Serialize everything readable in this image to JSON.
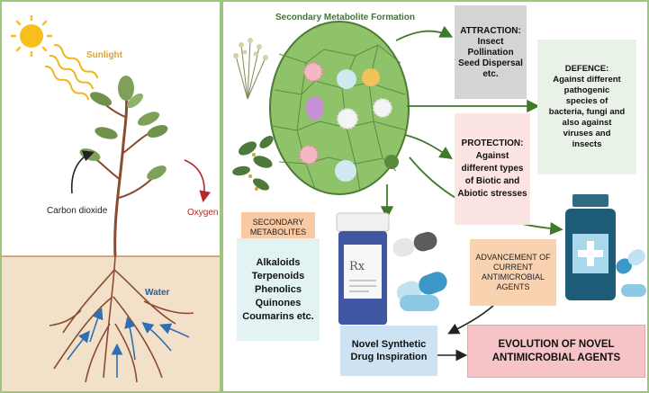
{
  "left_panel": {
    "sunlight": "Sunlight",
    "carbon_dioxide": "Carbon dioxide",
    "oxygen": "Oxygen",
    "water": "Water"
  },
  "right_panel": {
    "title": "Secondary Metabolite Formation",
    "attraction": [
      "ATTRACTION:",
      "Insect Pollination",
      "Seed Dispersal",
      "etc."
    ],
    "defence": [
      "DEFENCE:",
      "Against different",
      "pathogenic",
      "species of",
      "bacteria, fungi and",
      "also against",
      "viruses and",
      "insects"
    ],
    "protection": [
      "PROTECTION:",
      "Against",
      "different types",
      "of Biotic and",
      "Abiotic stresses"
    ],
    "secondary_metabolites": [
      "SECONDARY",
      "METABOLITES"
    ],
    "metabolite_list": [
      "Alkaloids",
      "Terpenoids",
      "Phenolics",
      "Quinones",
      "Coumarins etc."
    ],
    "novel_synthetic": [
      "Novel Synthetic",
      "Drug Inspiration"
    ],
    "advancement": [
      "ADVANCEMENT OF",
      "CURRENT",
      "ANTIMICROBIAL",
      "AGENTS"
    ],
    "evolution": [
      "EVOLUTION OF NOVEL",
      "ANTIMICROBIAL AGENTS"
    ],
    "rx_label": "Rx"
  },
  "colors": {
    "border_green": "#9cc57e",
    "arrow_green": "#3f7a2a",
    "cell_green": "#8fc36a",
    "soil": "#f3e0c8",
    "sun": "#f7bf1e",
    "water_arrow": "#2f6fb3",
    "oxygen_arrow": "#b62727"
  },
  "icons": [
    "sun-icon",
    "plant-icon",
    "roots-icon",
    "leaf-cell-icon",
    "herb-icon",
    "pill-bottle-icon",
    "capsule-icon",
    "medicine-bottle-icon"
  ]
}
